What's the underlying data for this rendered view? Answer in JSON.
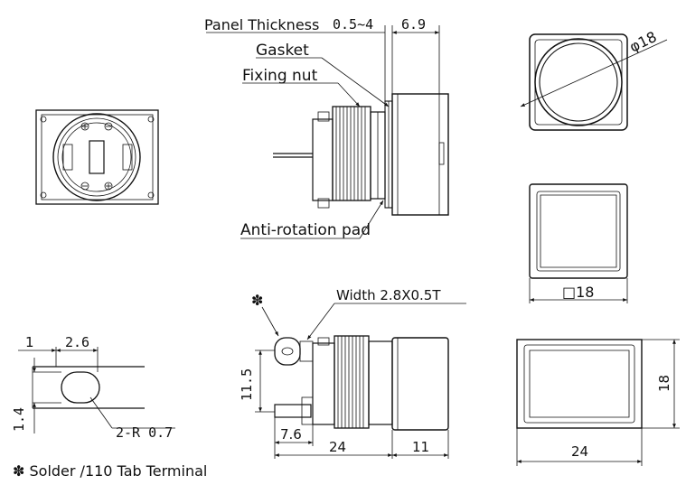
{
  "labels": {
    "panel_thickness": "Panel Thickness",
    "panel_thickness_value": "0.5~4",
    "dim_6_9": "6.9",
    "gasket": "Gasket",
    "fixing_nut": "Fixing nut",
    "anti_rotation_pad": "Anti-rotation pad",
    "diameter_18": "φ18",
    "square_18": "□18",
    "width_note": "Width 2.8X0.5T",
    "asterisk": "✽",
    "dim_1": "1",
    "dim_2_6": "2.6",
    "dim_1_4": "1.4",
    "dim_2_r07": "2-R 0.7",
    "dim_11_5": "11.5",
    "dim_7_6": "7.6",
    "dim_24_side": "24",
    "dim_11": "11",
    "dim_18": "18",
    "dim_24_front": "24",
    "footnote": "✽ Solder /110 Tab Terminal"
  }
}
